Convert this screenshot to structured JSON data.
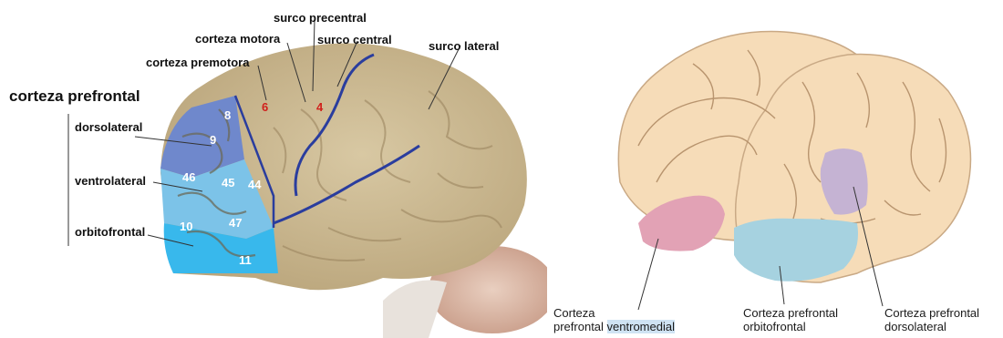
{
  "left_figure": {
    "heading": "corteza prefrontal",
    "regions": {
      "dorsolateral": "dorsolateral",
      "ventrolateral": "ventrolateral",
      "orbitofrontal": "orbitofrontal"
    },
    "sulci": {
      "precentral": "surco precentral",
      "central": "surco central",
      "lateral": "surco lateral"
    },
    "cortices": {
      "motor": "corteza motora",
      "premotor": "corteza premotora"
    },
    "brodmann_areas": [
      "8",
      "9",
      "46",
      "45",
      "44",
      "10",
      "47",
      "11",
      "6",
      "4"
    ]
  },
  "right_figure": {
    "ventromedial_prefix": "Corteza",
    "ventromedial_line2": "prefrontal",
    "ventromedial_highlight": "ventromedial",
    "orbitofrontal_line1": "Corteza prefrontal",
    "orbitofrontal_line2": "orbitofrontal",
    "dorsolateral_line1": "Corteza prefrontal",
    "dorsolateral_line2": "dorsolateral"
  },
  "colors": {
    "brain_tan": "#cdbb94",
    "dorsolateral_blue": "#6f88cc",
    "ventrolateral_blue": "#58b3e0",
    "orbitofrontal_blue": "#38b8ec",
    "sulcus_line": "#2a3d9e",
    "right_brain": "#f6dcb8",
    "ventromedial_pink": "#e2a2b5",
    "orbitofrontal_teal": "#a6d2e0",
    "dorsolateral_purple": "#c5b3d3"
  }
}
